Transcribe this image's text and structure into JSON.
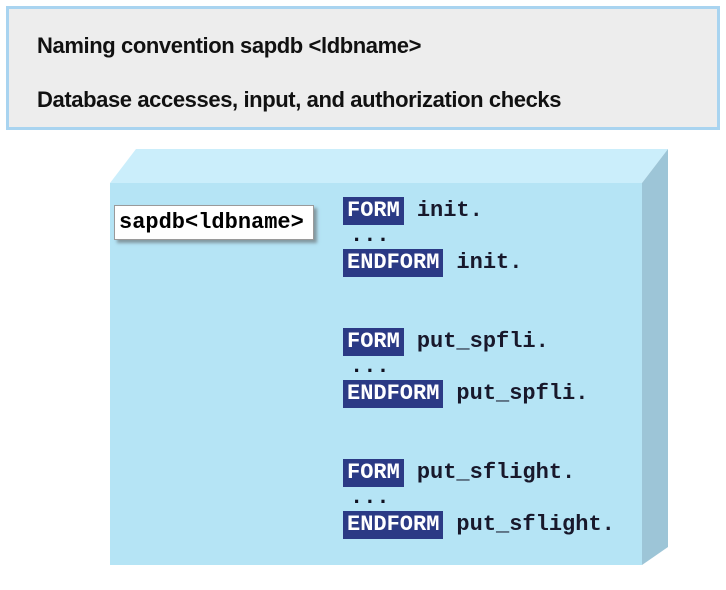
{
  "header": {
    "line1": "Naming convention sapdb <ldbname>",
    "line2": "Database accesses, input, and authorization checks"
  },
  "box": {
    "label": "sapdb<ldbname>",
    "form_keyword": "FORM",
    "endform_keyword": "ENDFORM",
    "dots": "...",
    "forms": [
      {
        "name": "init."
      },
      {
        "name": "put_spfli."
      },
      {
        "name": "put_sflight."
      }
    ]
  },
  "colors": {
    "cube_front": "#b5e4f5",
    "cube_top": "#cbeefb",
    "cube_side": "#9dc5d7",
    "badge_bg": "#2b3a85",
    "code_text": "#18182b",
    "header_border": "#a9d4f0",
    "header_bg": "#ededed"
  }
}
